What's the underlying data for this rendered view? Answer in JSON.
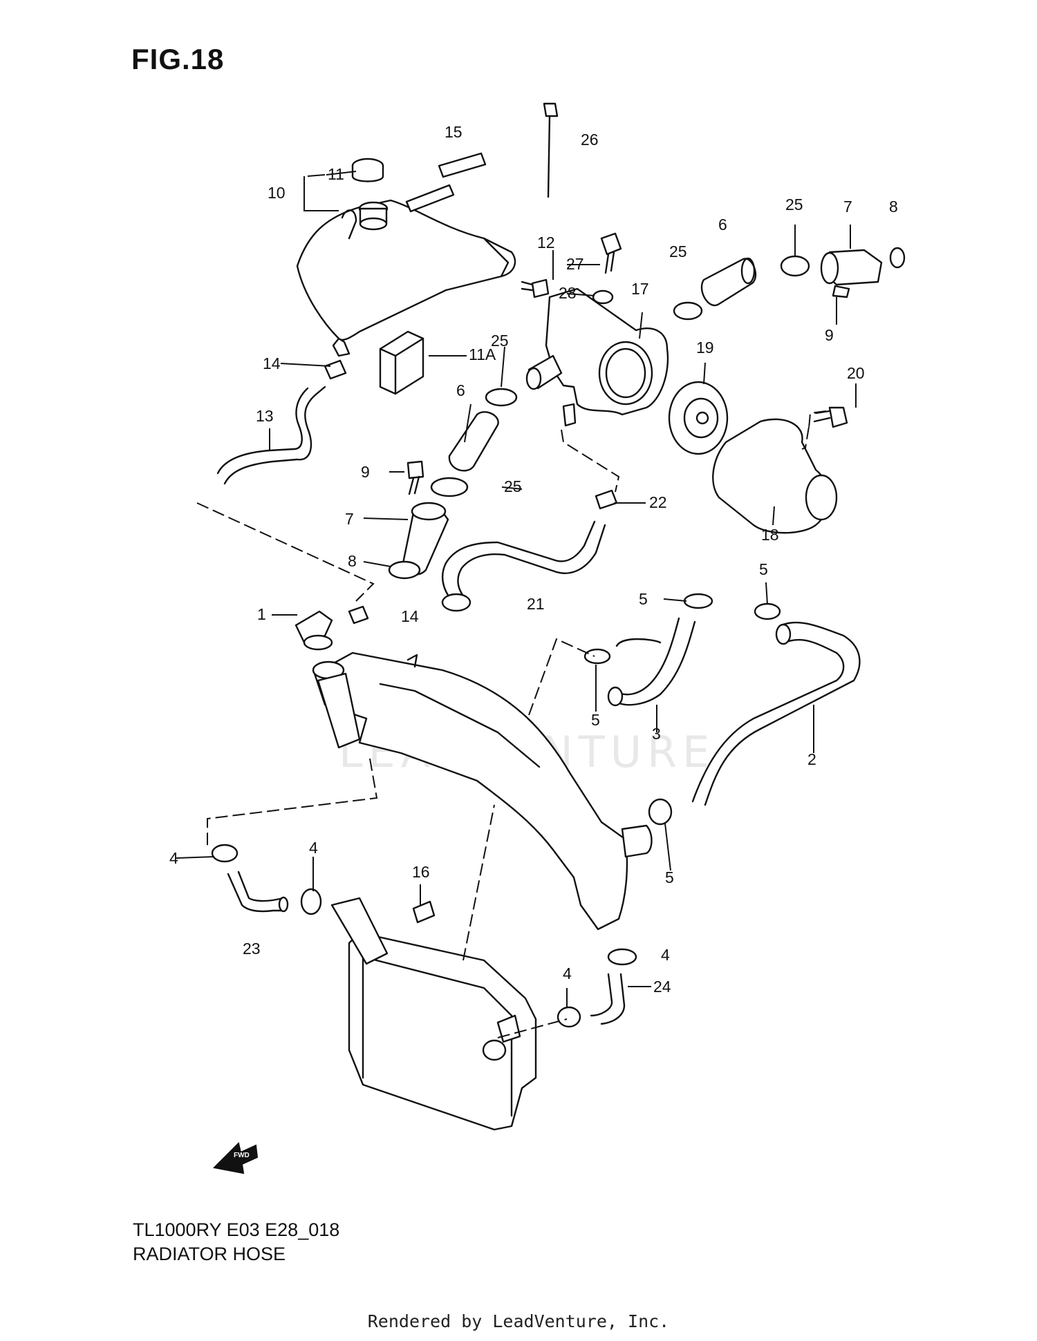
{
  "figure": {
    "title": "FIG.18",
    "code": "TL1000RY E03 E28_018",
    "name": "RADIATOR HOSE",
    "credit": "Rendered by LeadVenture, Inc.",
    "watermark": "LEADVENTURE",
    "fwd_label": "FWD"
  },
  "callouts": {
    "c1": "1",
    "c2": "2",
    "c3": "3",
    "c4a": "4",
    "c4b": "4",
    "c4c": "4",
    "c4d": "4",
    "c5a": "5",
    "c5b": "5",
    "c5c": "5",
    "c5d": "5",
    "c6a": "6",
    "c6b": "6",
    "c7a": "7",
    "c7b": "7",
    "c8a": "8",
    "c8b": "8",
    "c9a": "9",
    "c9b": "9",
    "c10": "10",
    "c11": "11",
    "c11a": "11A",
    "c12": "12",
    "c13": "13",
    "c14a": "14",
    "c14b": "14",
    "c15": "15",
    "c16": "16",
    "c17": "17",
    "c18": "18",
    "c19": "19",
    "c20": "20",
    "c21": "21",
    "c22": "22",
    "c23": "23",
    "c24": "24",
    "c25a": "25",
    "c25b": "25",
    "c25c": "25",
    "c25d": "25",
    "c26": "26",
    "c27": "27",
    "c28": "28"
  }
}
